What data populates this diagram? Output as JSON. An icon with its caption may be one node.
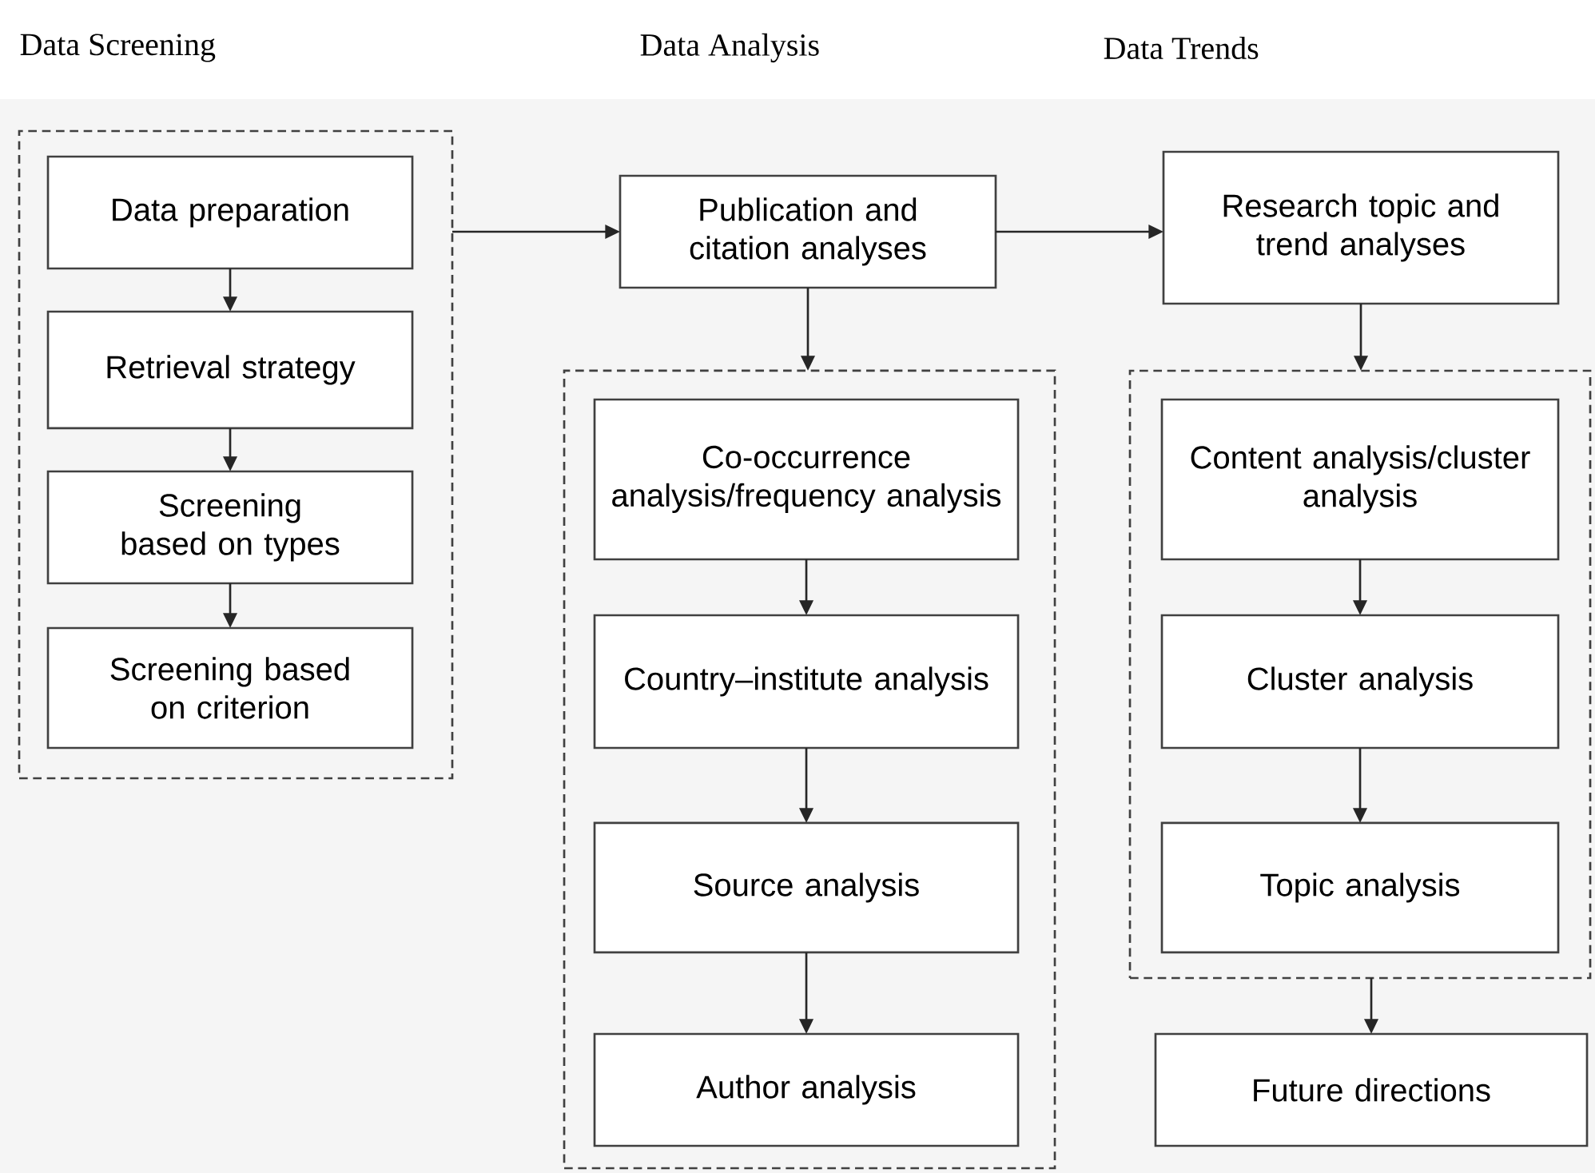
{
  "diagram": {
    "nodes": [
      {
        "text": [],
        "shape": "box"
      },
      {
        "text": [
          "Data preparation"
        ],
        "in": 0
      },
      {
        "text": [
          "Retrieval strategy"
        ],
        "in": 0
      },
      {
        "text": [
          "Screening based on types"
        ],
        "in": 0
      },
      {
        "text": [
          "Screening based on criterion"
        ],
        "in": 0
      },
      {
        "text": [
          "Publication and citation analyses"
        ]
      },
      {
        "text": [
          "Research topic and trend analyses"
        ]
      },
      {
        "text": [],
        "shape": "box"
      },
      {
        "text": [
          "Co-occurrence analysis/frequency analysis"
        ],
        "in": 7
      },
      {
        "text": [
          "Country–institute analysis"
        ],
        "in": 7
      },
      {
        "text": [
          "Source analysis"
        ],
        "in": 7
      },
      {
        "text": [
          "Author analysis"
        ],
        "in": 7
      },
      {
        "text": [],
        "shape": "box"
      },
      {
        "text": [
          "Content analysis/cluster analysis"
        ],
        "in": 12
      },
      {
        "text": [
          "Cluster analysis"
        ],
        "in": 12
      },
      {
        "text": [
          "Topic analysis"
        ],
        "in": 12
      },
      {
        "text": [
          "Future directions"
        ]
      }
    ],
    "edges": [
      {
        "from": 0,
        "to": 5,
        "arrow": "to"
      },
      {
        "from": 5,
        "to": 6,
        "arrow": "to"
      },
      {
        "from": 1,
        "to": 2,
        "arrow": "to"
      },
      {
        "from": 2,
        "to": 3,
        "arrow": "to"
      },
      {
        "from": 3,
        "to": 4,
        "arrow": "to"
      },
      {
        "from": 5,
        "to": 7,
        "arrow": "to"
      },
      {
        "from": 6,
        "to": 12,
        "arrow": "to"
      },
      {
        "from": 8,
        "to": 9,
        "arrow": "to"
      },
      {
        "from": 9,
        "to": 10,
        "arrow": "to"
      },
      {
        "from": 10,
        "to": 11,
        "arrow": "to"
      },
      {
        "from": 13,
        "to": 14,
        "arrow": "to"
      },
      {
        "from": 14,
        "to": 15,
        "arrow": "to"
      },
      {
        "from": 12,
        "to": 16,
        "arrow": "to"
      }
    ],
    "labels": [
      "Data Screening",
      "Data Analysis",
      "Data Trends"
    ]
  }
}
